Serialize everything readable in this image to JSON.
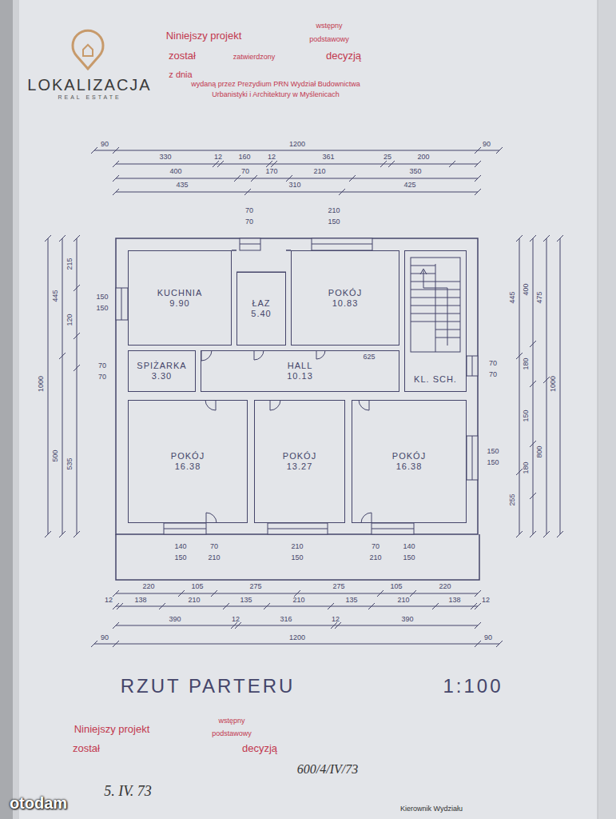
{
  "diagram": {
    "title": "RZUT PARTERU",
    "nodes": [
      {
        "text": [
          "KUCHNIA",
          "9.90"
        ]
      },
      {
        "text": [
          "ŁAZ",
          "5.40"
        ]
      },
      {
        "text": [
          "POKÓJ",
          "10.83"
        ]
      },
      {
        "text": [
          "SPIŻARKA",
          "3.30"
        ]
      },
      {
        "text": [
          "HALL",
          "10.13"
        ]
      },
      {
        "text": [
          "KL. SCH."
        ]
      },
      {
        "text": [
          "POKÓJ",
          "16.38"
        ]
      },
      {
        "text": [
          "POKÓJ",
          "13.27"
        ]
      },
      {
        "text": [
          "POKÓJ",
          "16.38"
        ]
      }
    ],
    "labels": [
      "LOKALIZACJA",
      "REAL ESTATE",
      "Niniejszy projekt",
      "wstępny",
      "podstawowy",
      "został",
      "zatwierdzony",
      "decyzją",
      "z dnia",
      "wydaną przez Prezydium PRN Wydział Budownictwa",
      "Urbanistyki i Architektury w Myślenicach",
      "1200",
      "90",
      "90",
      "330",
      "12",
      "160",
      "12",
      "361",
      "25",
      "200",
      "400",
      "70",
      "170",
      "210",
      "350",
      "435",
      "310",
      "425",
      "70",
      "70",
      "210",
      "150",
      "1000",
      "445",
      "500",
      "215",
      "120",
      "535",
      "150",
      "150",
      "70",
      "70",
      "445",
      "255",
      "400",
      "180",
      "150",
      "180",
      "475",
      "800",
      "1000",
      "150",
      "150",
      "70",
      "70",
      "625",
      "140",
      "150",
      "70",
      "210",
      "210",
      "150",
      "70",
      "210",
      "140",
      "150",
      "220",
      "105",
      "275",
      "275",
      "105",
      "220",
      "12",
      "138",
      "210",
      "135",
      "210",
      "135",
      "210",
      "138",
      "12",
      "390",
      "12",
      "316",
      "12",
      "390",
      "90",
      "1200",
      "90",
      "1:100",
      "Niniejszy projekt",
      "wstępny",
      "podstawowy",
      "został",
      "decyzją",
      "5. IV. 73",
      "600/4/IV/73",
      "Kierownik Wydziału",
      "otodam"
    ]
  }
}
